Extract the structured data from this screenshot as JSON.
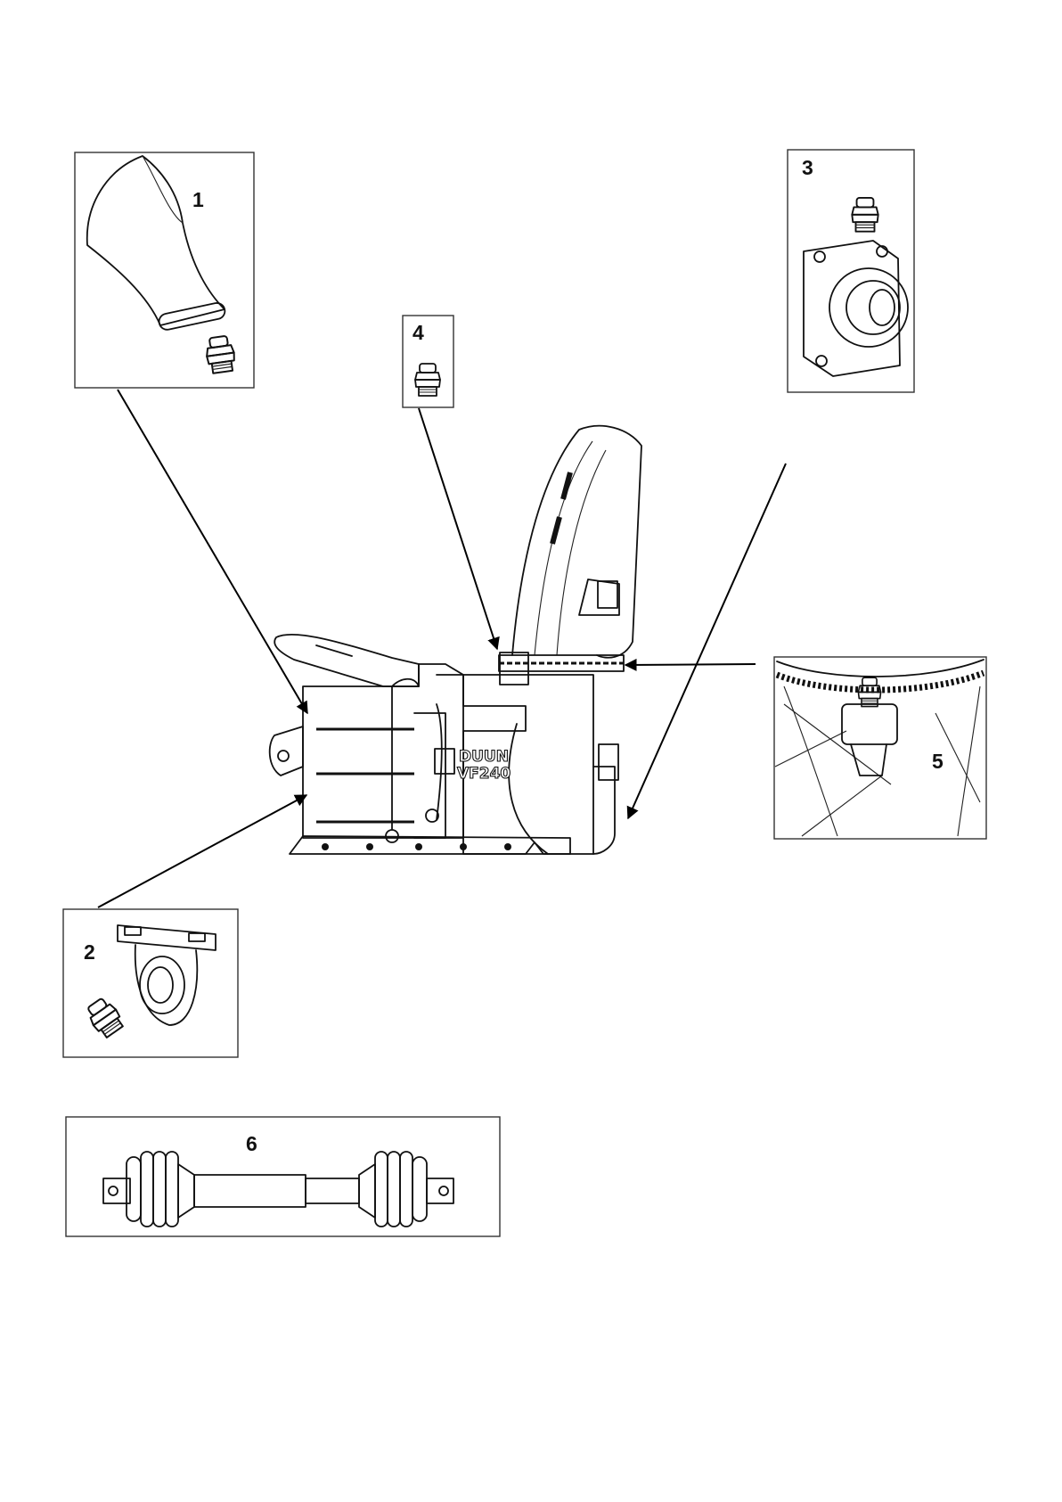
{
  "callouts": [
    {
      "id": "1",
      "label": "1",
      "part": "discharge deflector hinge with grease nipple"
    },
    {
      "id": "2",
      "label": "2",
      "part": "pillow block bearing with grease nipple"
    },
    {
      "id": "3",
      "label": "3",
      "part": "flange bearing with grease nipple"
    },
    {
      "id": "4",
      "label": "4",
      "part": "grease nipple"
    },
    {
      "id": "5",
      "label": "5",
      "part": "chute rotation ring grease nipple"
    },
    {
      "id": "6",
      "label": "6",
      "part": "PTO drive shaft"
    }
  ],
  "machine": {
    "brand_line1": "DUUN",
    "brand_line2": "VF240"
  },
  "colors": {
    "ink": "#111111",
    "paper": "#ffffff",
    "frame": "#333333"
  }
}
